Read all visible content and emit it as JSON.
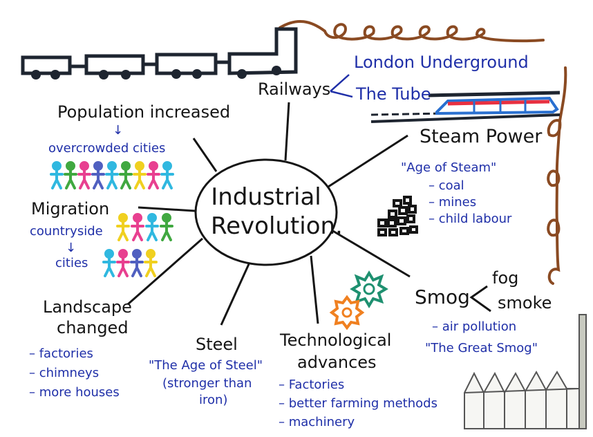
{
  "title": {
    "line1": "Industrial",
    "line2": "Revolution."
  },
  "colors": {
    "ink": "#151515",
    "blue": "#1f2fa8",
    "brown": "#8a4a22",
    "gear_green": "#1e9070",
    "gear_orange": "#f08020"
  },
  "railways": {
    "label": "Railways",
    "sub": [
      "London Underground",
      "The Tube"
    ]
  },
  "population": {
    "label": "Population increased",
    "arrow": "↓",
    "sub": "overcrowded cities"
  },
  "migration": {
    "label": "Migration",
    "from": "countryside",
    "arrow": "↓",
    "to": "cities"
  },
  "landscape": {
    "label1": "Landscape",
    "label2": "changed",
    "items": [
      "– factories",
      "– chimneys",
      "– more houses"
    ]
  },
  "steel": {
    "label": "Steel",
    "quote": "\"The Age of Steel\"",
    "note1": "(stronger than",
    "note2": "iron)"
  },
  "technology": {
    "label1": "Technological",
    "label2": "advances",
    "items": [
      "– Factories",
      "– better farming methods",
      "– machinery"
    ]
  },
  "smog": {
    "label": "Smog",
    "branches": [
      "fog",
      "smoke"
    ],
    "items": [
      "– air pollution",
      "\"The Great Smog\""
    ]
  },
  "steam": {
    "label": "Steam Power",
    "quote": "\"Age of Steam\"",
    "items": [
      "– coal",
      "– mines",
      "– child labour"
    ]
  },
  "icons": [
    "train-icon",
    "tube-train-icon",
    "coal-pile-icon",
    "gears-icon",
    "factory-icon",
    "stick-figures-icon",
    "brown-rope-border"
  ]
}
